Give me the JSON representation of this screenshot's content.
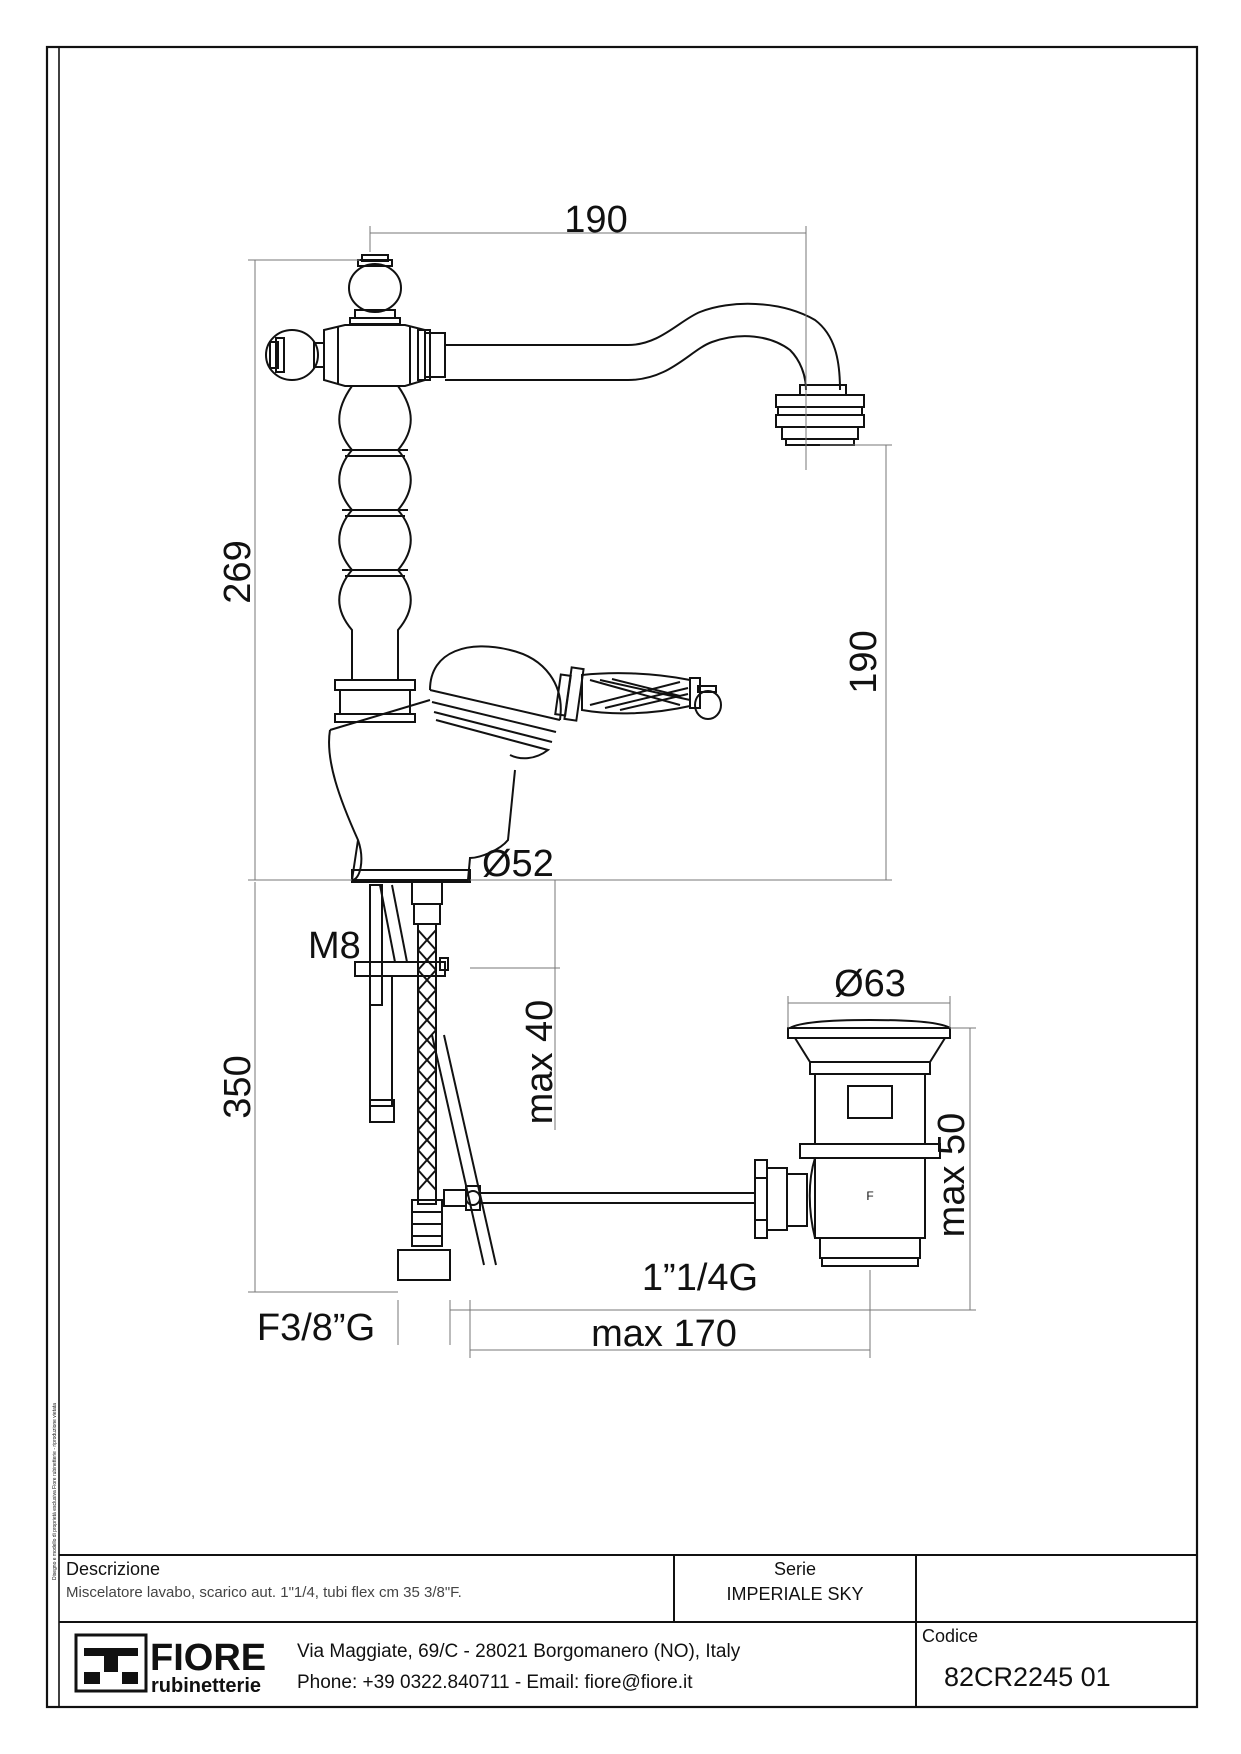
{
  "dimensions": {
    "spout_reach": "190",
    "total_height": "269",
    "spout_height": "190",
    "base_diameter": "Ø52",
    "stud_thread": "M8",
    "max_thickness": "max 40",
    "hose_length": "350",
    "waste_diameter": "Ø63",
    "waste_max_height": "max 50",
    "waste_thread": "1”1/4G",
    "hose_connection": "F3/8”G",
    "rod_max_length": "max 170",
    "waste_mark": "F"
  },
  "title_block": {
    "description_label": "Descrizione",
    "description_text": "Miscelatore lavabo, scarico aut. 1\"1/4, tubi flex cm 35 3/8\"F.",
    "series_label": "Serie",
    "series_value": "IMPERIALE SKY",
    "code_label": "Codice",
    "code_value": "82CR2245 01",
    "address_line": "Via Maggiate, 69/C - 28021 Borgomanero (NO), Italy",
    "contact_line": "Phone: +39 0322.840711 - Email: fiore@fiore.it",
    "logo_name": "FIORE",
    "logo_sub": "rubinetterie"
  },
  "side_note": "Disegno e modello di proprietà esclusiva Fiore rubinetterie - riproduzione vietata"
}
